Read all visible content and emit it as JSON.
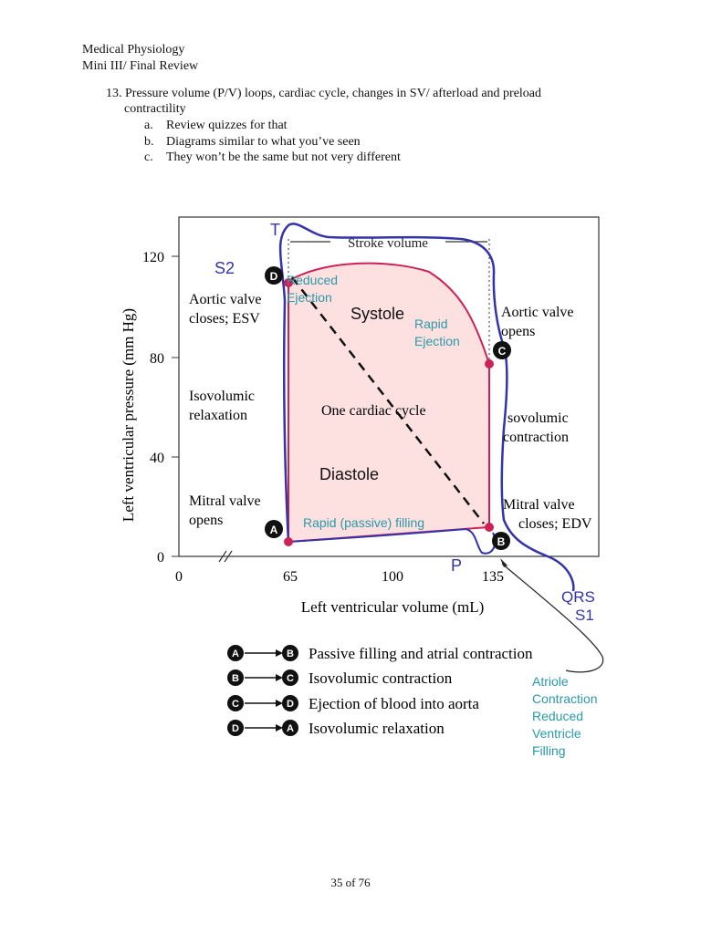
{
  "header": {
    "course": "Medical Physiology",
    "subtitle": "Mini III/ Final Review"
  },
  "question": {
    "line1": "13. Pressure volume (P/V) loops, cardiac cycle, changes in SV/ afterload and preload",
    "line2": "contractility",
    "items": [
      {
        "letter": "a.",
        "text": "Review quizzes for that"
      },
      {
        "letter": "b.",
        "text": "Diagrams similar to what you’ve seen"
      },
      {
        "letter": "c.",
        "text": "They won’t be the same but not very different"
      }
    ]
  },
  "figure": {
    "y_axis_label": "Left ventricular pressure (mm Hg)",
    "x_axis_label": "Left ventricular volume (mL)",
    "y_ticks": [
      "120",
      "80",
      "40",
      "0"
    ],
    "x_ticks": [
      "0",
      "65",
      "100",
      "135"
    ],
    "stroke_volume": "Stroke volume",
    "point_labels": {
      "D": "Aortic valve closes; ESV",
      "C": "Aortic valve opens",
      "A": "Mitral valve opens",
      "B": "Mitral valve closes; EDV"
    },
    "phase_labels": {
      "isovolumic_relaxation": "Isovolumic relaxation",
      "isovolumic_contraction": "Isovolumic contraction",
      "one_cycle": "One cardiac cycle"
    },
    "markers": [
      "A",
      "B",
      "C",
      "D"
    ],
    "legend": [
      {
        "from": "A",
        "to": "B",
        "text": "Passive filling and atrial contraction"
      },
      {
        "from": "B",
        "to": "C",
        "text": "Isovolumic contraction"
      },
      {
        "from": "C",
        "to": "D",
        "text": "Ejection of blood into aorta"
      },
      {
        "from": "D",
        "to": "A",
        "text": "Isovolumic relaxation"
      }
    ],
    "annotations": {
      "T": "T",
      "S2": "S2",
      "P": "P",
      "QRS": "QRS",
      "S1": "S1",
      "systole": "Systole",
      "diastole": "Diastole",
      "reduced_ejection": "Reduced Ejection",
      "rapid_ejection": "Rapid Ejection",
      "rapid_filling": "Rapid (passive) filling",
      "atriole_note": [
        "Atriole",
        "Contraction",
        "Reduced",
        "Ventricle",
        "Filling"
      ]
    },
    "colors": {
      "loop": "#cc2255",
      "loop_fill": "#fde0e0",
      "hand_drawn": "#3333aa",
      "teal_note": "#2a9aa8"
    }
  },
  "footer": {
    "page": "35 of 76"
  }
}
